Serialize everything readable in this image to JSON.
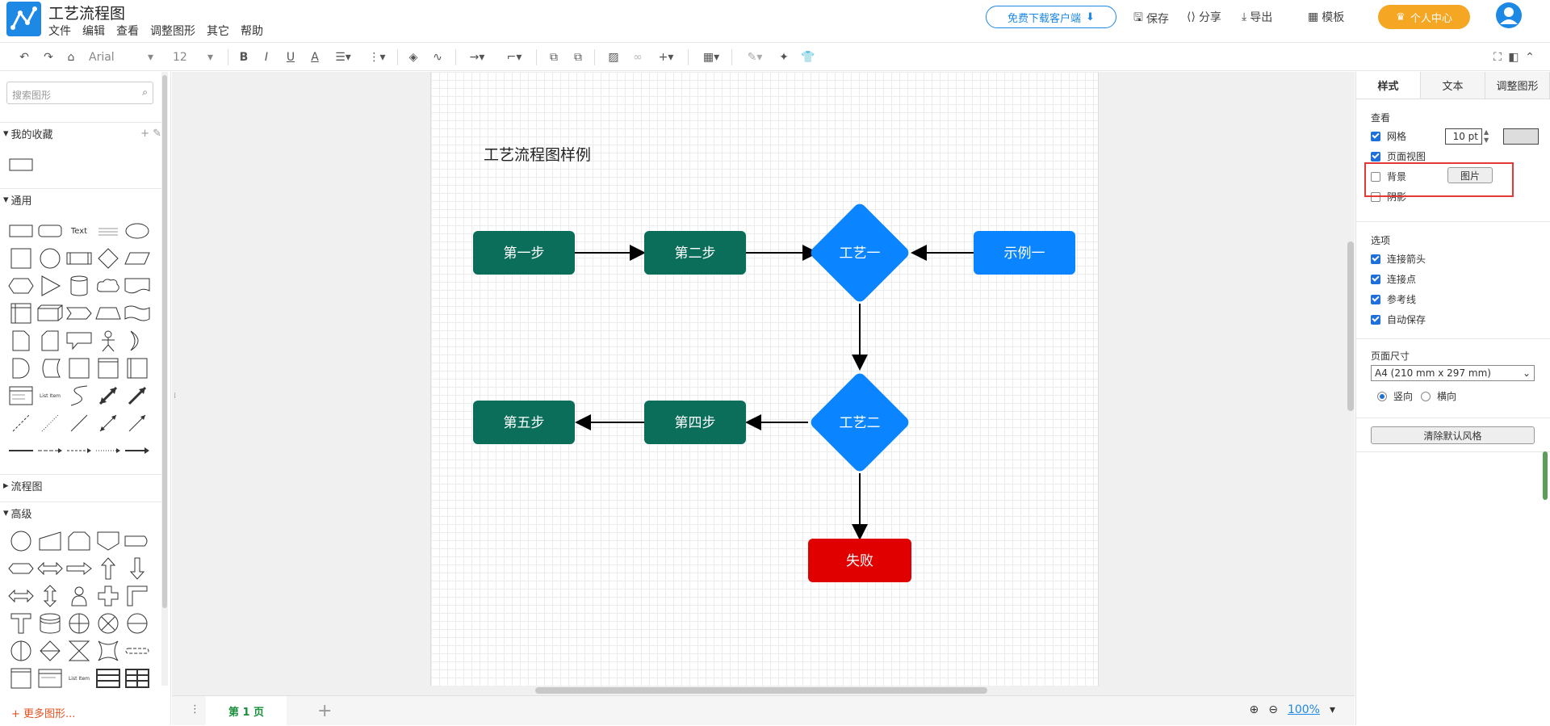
{
  "app": {
    "title": "工艺流程图",
    "menu": [
      "文件",
      "编辑",
      "查看",
      "调整图形",
      "其它",
      "帮助"
    ]
  },
  "header": {
    "download_label": "免费下载客户端",
    "save_label": "保存",
    "share_label": "分享",
    "export_label": "导出",
    "template_label": "模板",
    "vip_label": "个人中心"
  },
  "toolbar": {
    "font": "Arial",
    "font_size": "12"
  },
  "sidebar": {
    "search_placeholder": "搜索图形",
    "favorites_title": "我的收藏",
    "general_title": "通用",
    "flowchart_title": "流程图",
    "advanced_title": "高级",
    "text_shape": "Text",
    "list_item": "List Item",
    "more_shapes": "更多图形..."
  },
  "diagram": {
    "title": "工艺流程图样例",
    "nodes": {
      "step1": "第一步",
      "step2": "第二步",
      "proc1": "工艺一",
      "example1": "示例一",
      "proc2": "工艺二",
      "step4": "第四步",
      "step5": "第五步",
      "fail": "失败"
    },
    "colors": {
      "green": "#0b6e5a",
      "blue": "#0a84ff",
      "red": "#e00000"
    }
  },
  "bottom": {
    "page_tab": "第 1 页",
    "zoom": "100%"
  },
  "rpanel": {
    "tabs": [
      "样式",
      "文本",
      "调整图形"
    ],
    "view_title": "查看",
    "grid_label": "网格",
    "grid_size": "10 pt",
    "page_view_label": "页面视图",
    "background_label": "背景",
    "image_btn": "图片",
    "shadow_label": "阴影",
    "options_title": "选项",
    "conn_arrow": "连接箭头",
    "conn_point": "连接点",
    "guides": "参考线",
    "autosave": "自动保存",
    "page_size_title": "页面尺寸",
    "page_size_value": "A4 (210 mm x 297 mm)",
    "portrait": "竖向",
    "landscape": "横向",
    "clear_style": "清除默认风格"
  }
}
